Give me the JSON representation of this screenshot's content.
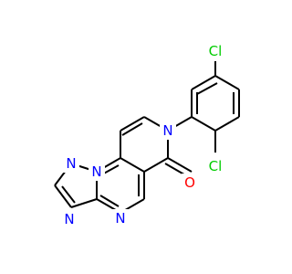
{
  "colors": {
    "bond": "#000000",
    "nitrogen": "#0000ff",
    "oxygen": "#ff0000",
    "chlorine": "#00cc00",
    "background": "#ffffff"
  },
  "atoms": {
    "cl_top": "Cl",
    "cl_bottom": "Cl",
    "n_ring_c": "N",
    "o_carbonyl": "O",
    "n_bridge": "N",
    "n_triazole_top": "N",
    "n_triazole_left": "N",
    "n_pyrimidine": "N"
  }
}
